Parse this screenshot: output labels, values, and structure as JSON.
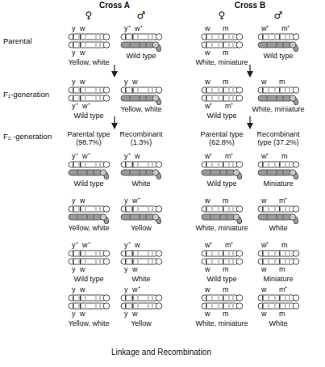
{
  "diagram": {
    "caption": "Linkage and Recombination",
    "labels": [
      "Cross A",
      "Cross B",
      "♀",
      "♂",
      "♀",
      "♂",
      "Parental",
      "F₁-generation",
      "F₂ -generation",
      "Parental type (98.7%)",
      "Recombinant (1.3%)",
      "Parental type (62.8%)",
      "Recombinant type (37.2%)",
      "y w",
      "y w",
      "Yellow, white",
      "y⁺ w⁺",
      "Wild type",
      "w m",
      "w m",
      "White, miniature",
      "w⁺ m⁺",
      "Wild type",
      "y w",
      "y⁺ w⁺",
      "Wild type",
      "y w",
      "Yellow, white",
      "w m",
      "w⁺ m⁺",
      "Wild type",
      "w m",
      "White, miniature",
      "y⁺ w⁺",
      "Wild type",
      "y⁺ w",
      "White",
      "w⁺ m⁺",
      "Wild type",
      "w⁺ m",
      "Miniature",
      "y w",
      "Yellow, white",
      "y w⁺",
      "Yellow",
      "w m",
      "White, miniature",
      "w m⁺",
      "White",
      "y⁺ w⁺",
      "y w",
      "Wild type",
      "y⁺ w",
      "y w",
      "White",
      "w⁺ m⁺",
      "w m",
      "Wild type",
      "w⁺ m",
      "w m",
      "Miniature",
      "y w",
      "y w",
      "Yellow, white",
      "y w⁺",
      "y w",
      "Yellow",
      "w m",
      "w m",
      "White, miniature",
      "w m⁺",
      "w m",
      "White"
    ]
  }
}
